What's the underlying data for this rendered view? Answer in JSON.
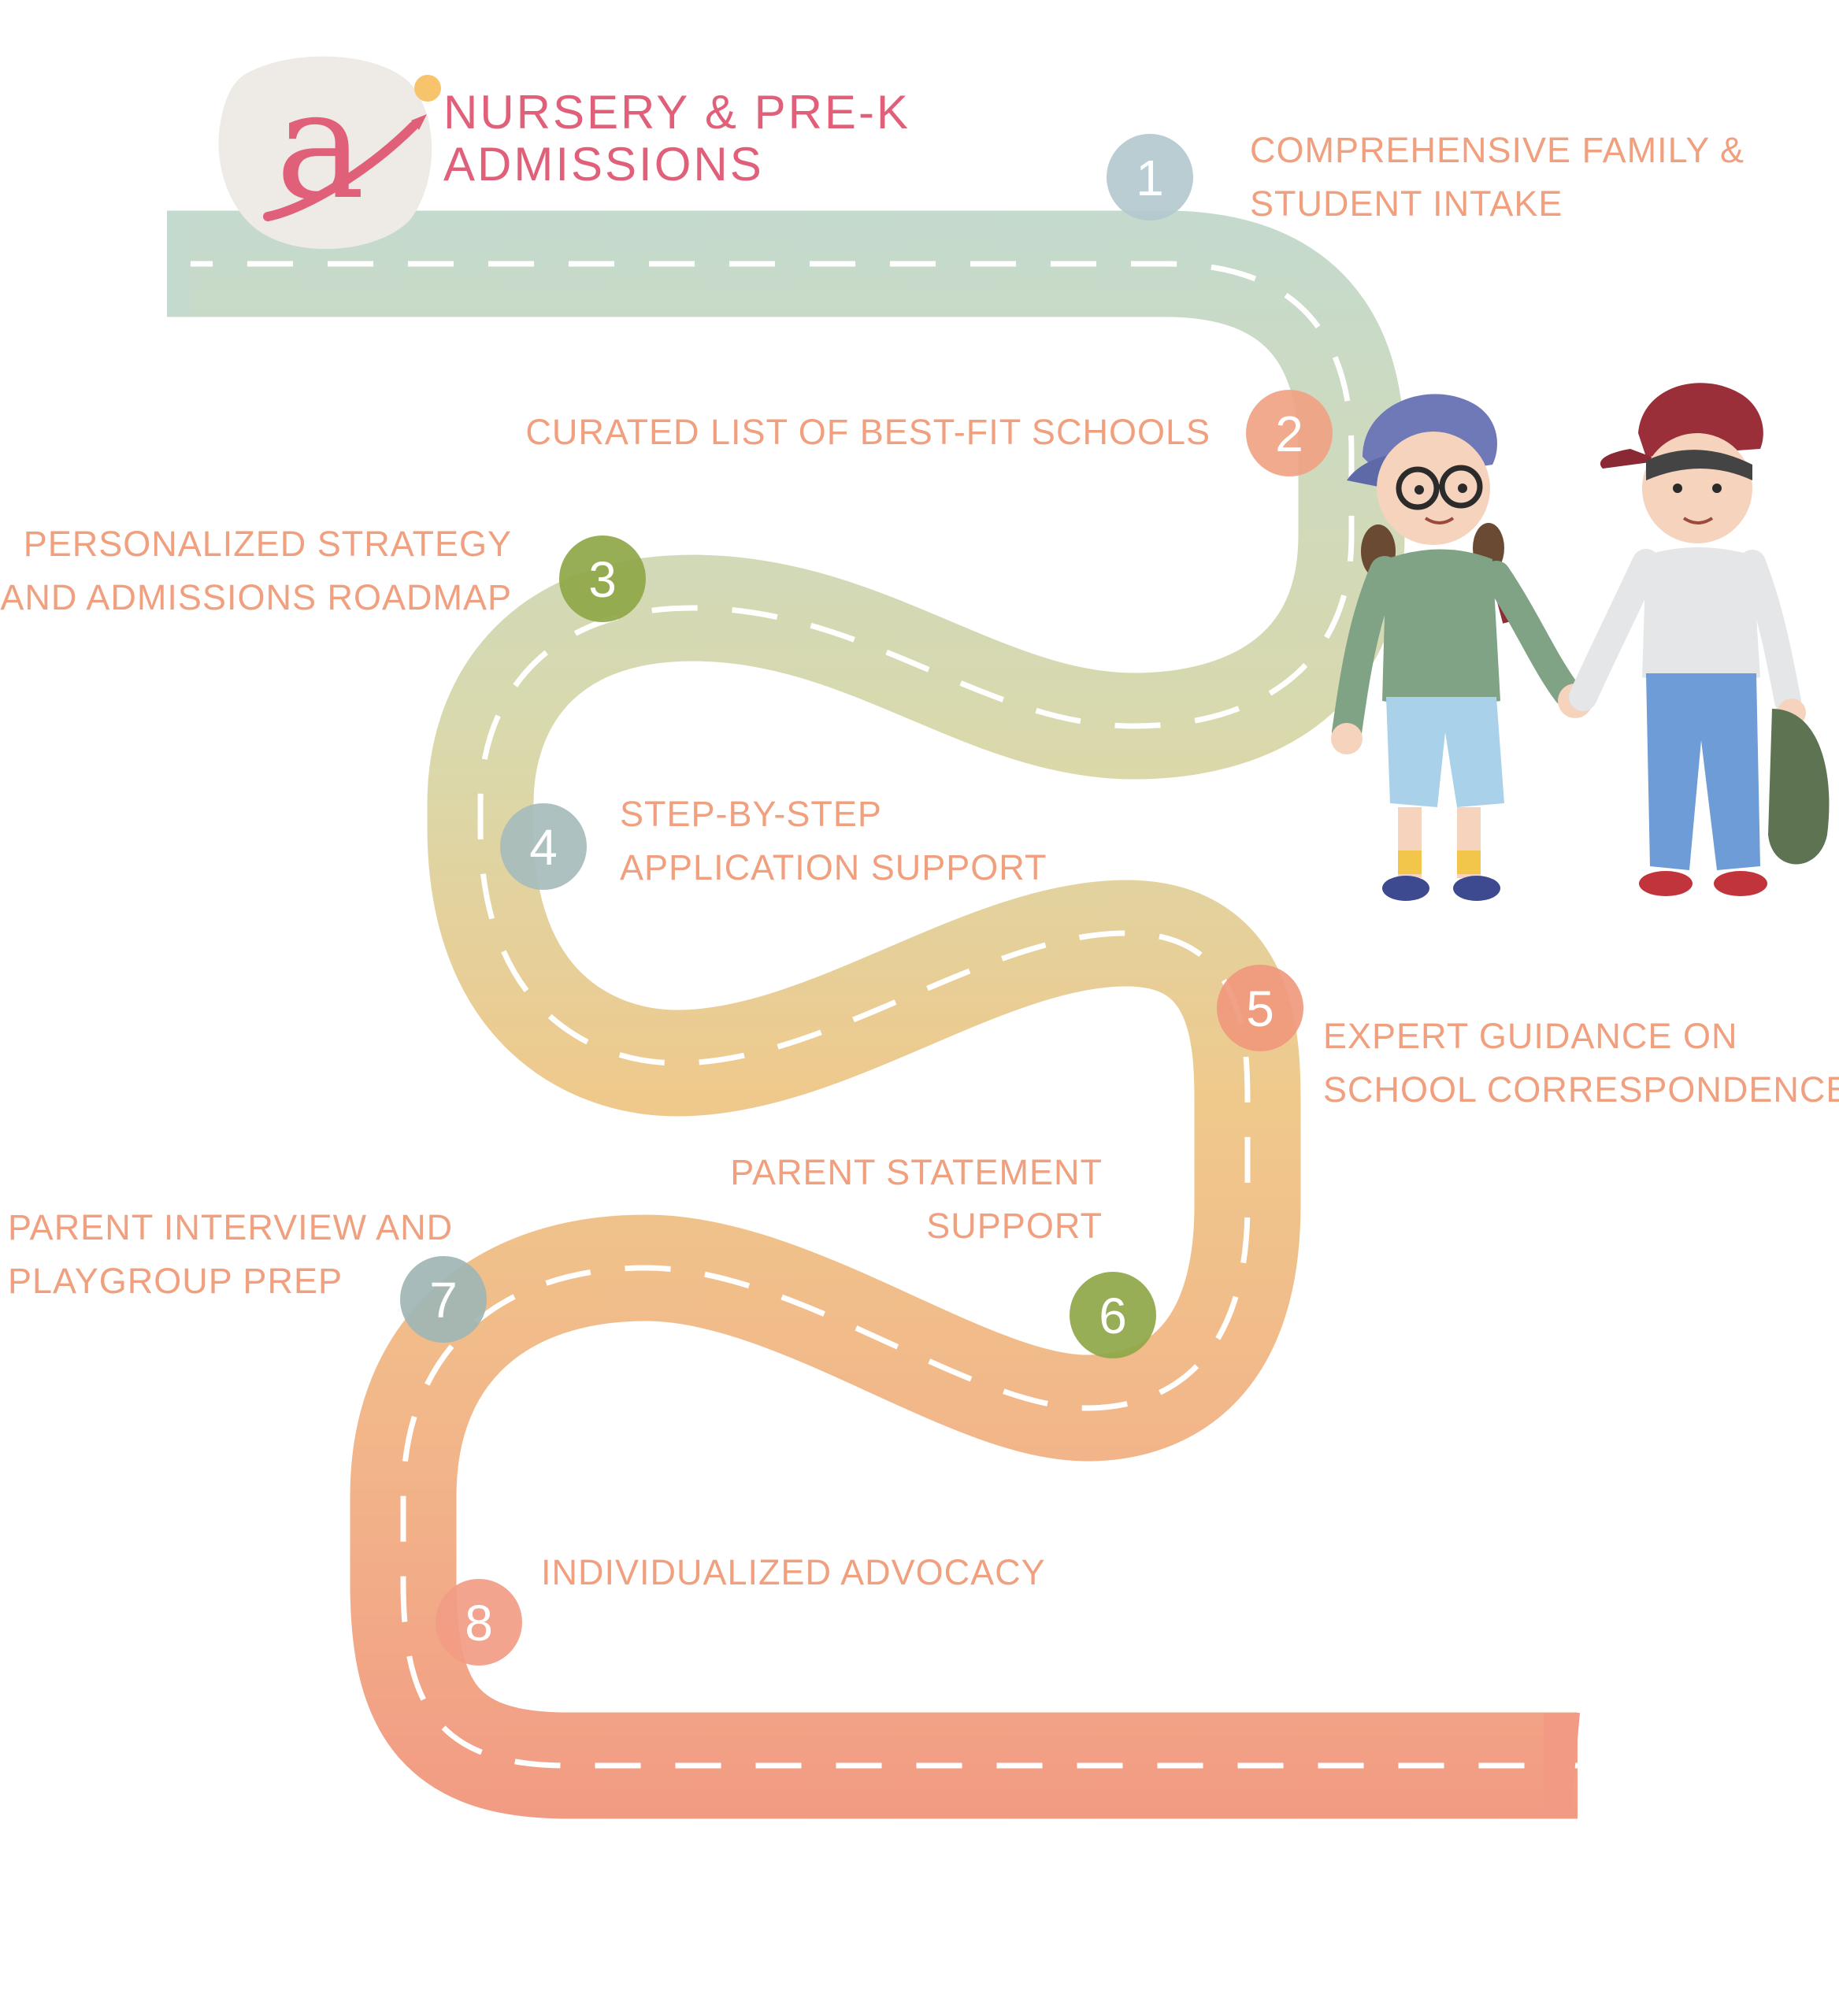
{
  "header": {
    "title_line1": "NURSERY & PRE-K",
    "title_line2": "ADMISSIONS",
    "logo_letter": "a"
  },
  "steps": [
    {
      "number": "1",
      "label_lines": [
        "COMPREHENSIVE FAMILY &",
        "STUDENT INTAKE"
      ],
      "marker_color": "#b3c9ce"
    },
    {
      "number": "2",
      "label_lines": [
        "CURATED LIST OF BEST-FIT SCHOOLS"
      ],
      "marker_color": "#f0a383"
    },
    {
      "number": "3",
      "label_lines": [
        "PERSONALIZED STRATEGY",
        "AND ADMISSIONS ROADMAP"
      ],
      "marker_color": "#8fa748"
    },
    {
      "number": "4",
      "label_lines": [
        "STEP-BY-STEP",
        "APPLICATION SUPPORT"
      ],
      "marker_color": "#a7bcbc"
    },
    {
      "number": "5",
      "label_lines": [
        "EXPERT GUIDANCE ON",
        "SCHOOL CORRESPONDENCE"
      ],
      "marker_color": "#f0997d"
    },
    {
      "number": "6",
      "label_lines": [
        "PARENT STATEMENT",
        "SUPPORT"
      ],
      "marker_color": "#8fa748"
    },
    {
      "number": "7",
      "label_lines": [
        "PARENT INTERVIEW AND",
        "PLAYGROUP PREP"
      ],
      "marker_color": "#9fb5b4"
    },
    {
      "number": "8",
      "label_lines": [
        "INDIVIDUALIZED ADVOCACY"
      ],
      "marker_color": "#f29c84"
    }
  ],
  "colors": {
    "title": "#e0607a",
    "step_text": "#f0a07e",
    "logo_letter": "#e0607a",
    "road_top": "#c4dace",
    "road_mid1": "#d9d9ac",
    "road_mid2": "#efc98c",
    "road_mid3": "#f2b489",
    "road_bottom": "#f29a84",
    "marker_number": "#ffffff",
    "dash": "#ffffff"
  },
  "illustration": {
    "subject": "two-children-holding-hands",
    "logo": "pencil-a-logo"
  }
}
